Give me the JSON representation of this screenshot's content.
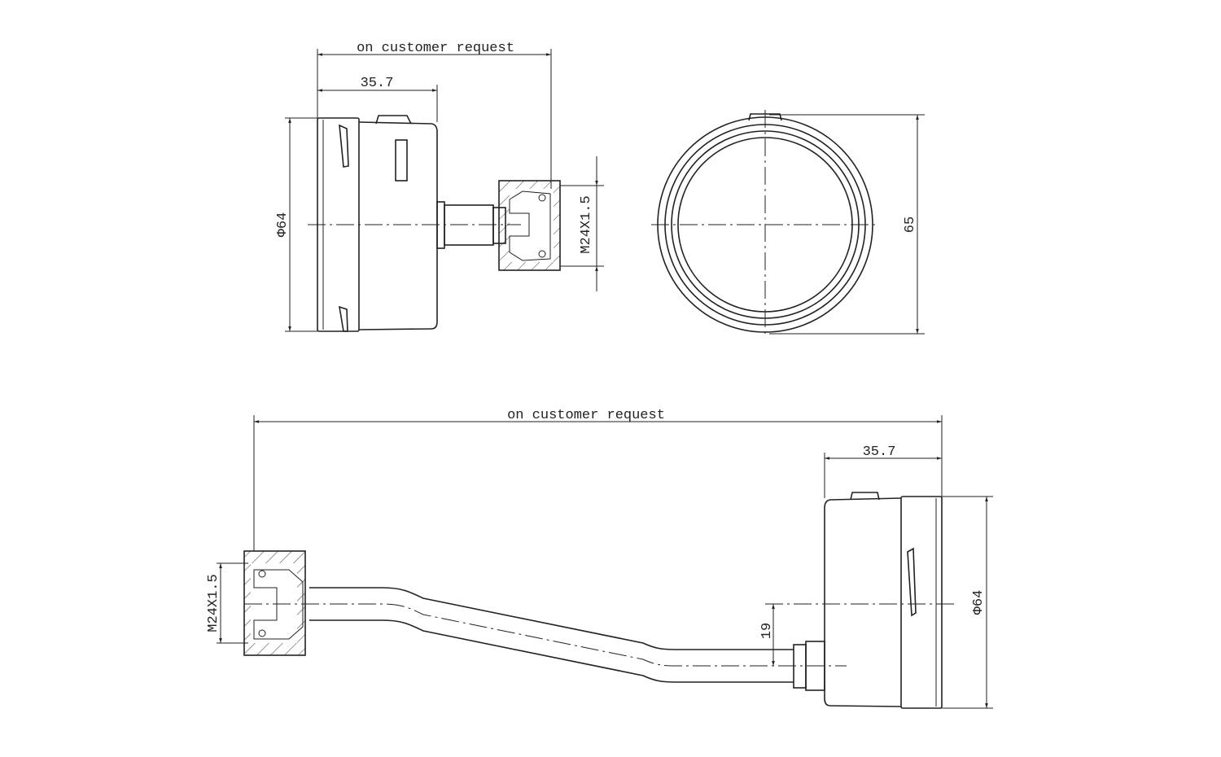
{
  "views": {
    "side_view": {
      "overall_length": "on customer request",
      "case_depth": "35.7",
      "diameter": "Φ64",
      "thread": "M24X1.5"
    },
    "front_view": {
      "height": "65"
    },
    "bottom_view": {
      "overall_length": "on customer request",
      "case_depth": "35.7",
      "diameter": "Φ64",
      "thread": "M24X1.5",
      "offset": "19"
    }
  }
}
